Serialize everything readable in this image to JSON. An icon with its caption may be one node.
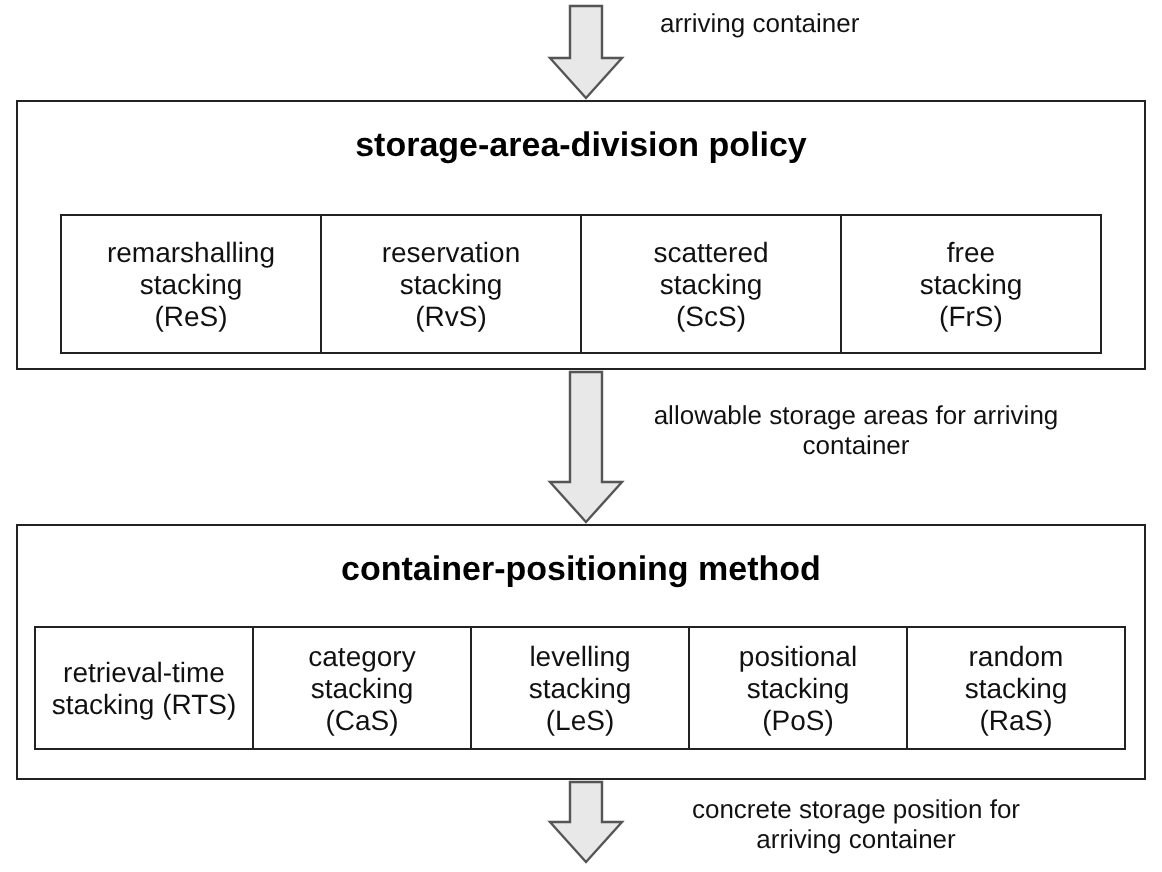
{
  "diagram": {
    "nodes": [
      {
        "text": [
          "storage-area-division policy"
        ]
      },
      {
        "text": [
          "remarshalling stacking (ReS)"
        ],
        "in": 0
      },
      {
        "text": [
          "reservation stacking (RvS)"
        ],
        "in": 0
      },
      {
        "text": [
          "scattered stacking (ScS)"
        ],
        "in": 0
      },
      {
        "text": [
          "free stacking (FrS)"
        ],
        "in": 0
      },
      {
        "text": [
          "container-positioning method"
        ]
      },
      {
        "text": [
          "retrieval-time stacking (RTS)"
        ],
        "in": 5
      },
      {
        "text": [
          "category stacking (CaS)"
        ],
        "in": 5
      },
      {
        "text": [
          "levelling stacking (LeS)"
        ],
        "in": 5
      },
      {
        "text": [
          "positional stacking (PoS)"
        ],
        "in": 5
      },
      {
        "text": [
          "random stacking (RaS)"
        ],
        "in": 5
      }
    ],
    "edges": [
      {
        "from": null,
        "to": 0,
        "arrow": "to",
        "label": "arriving container"
      },
      {
        "from": 0,
        "to": 5,
        "arrow": "to",
        "label": "allowable storage areas for arriving container"
      },
      {
        "from": 5,
        "to": null,
        "arrow": "to",
        "label": "concrete storage position for arriving container"
      }
    ]
  }
}
